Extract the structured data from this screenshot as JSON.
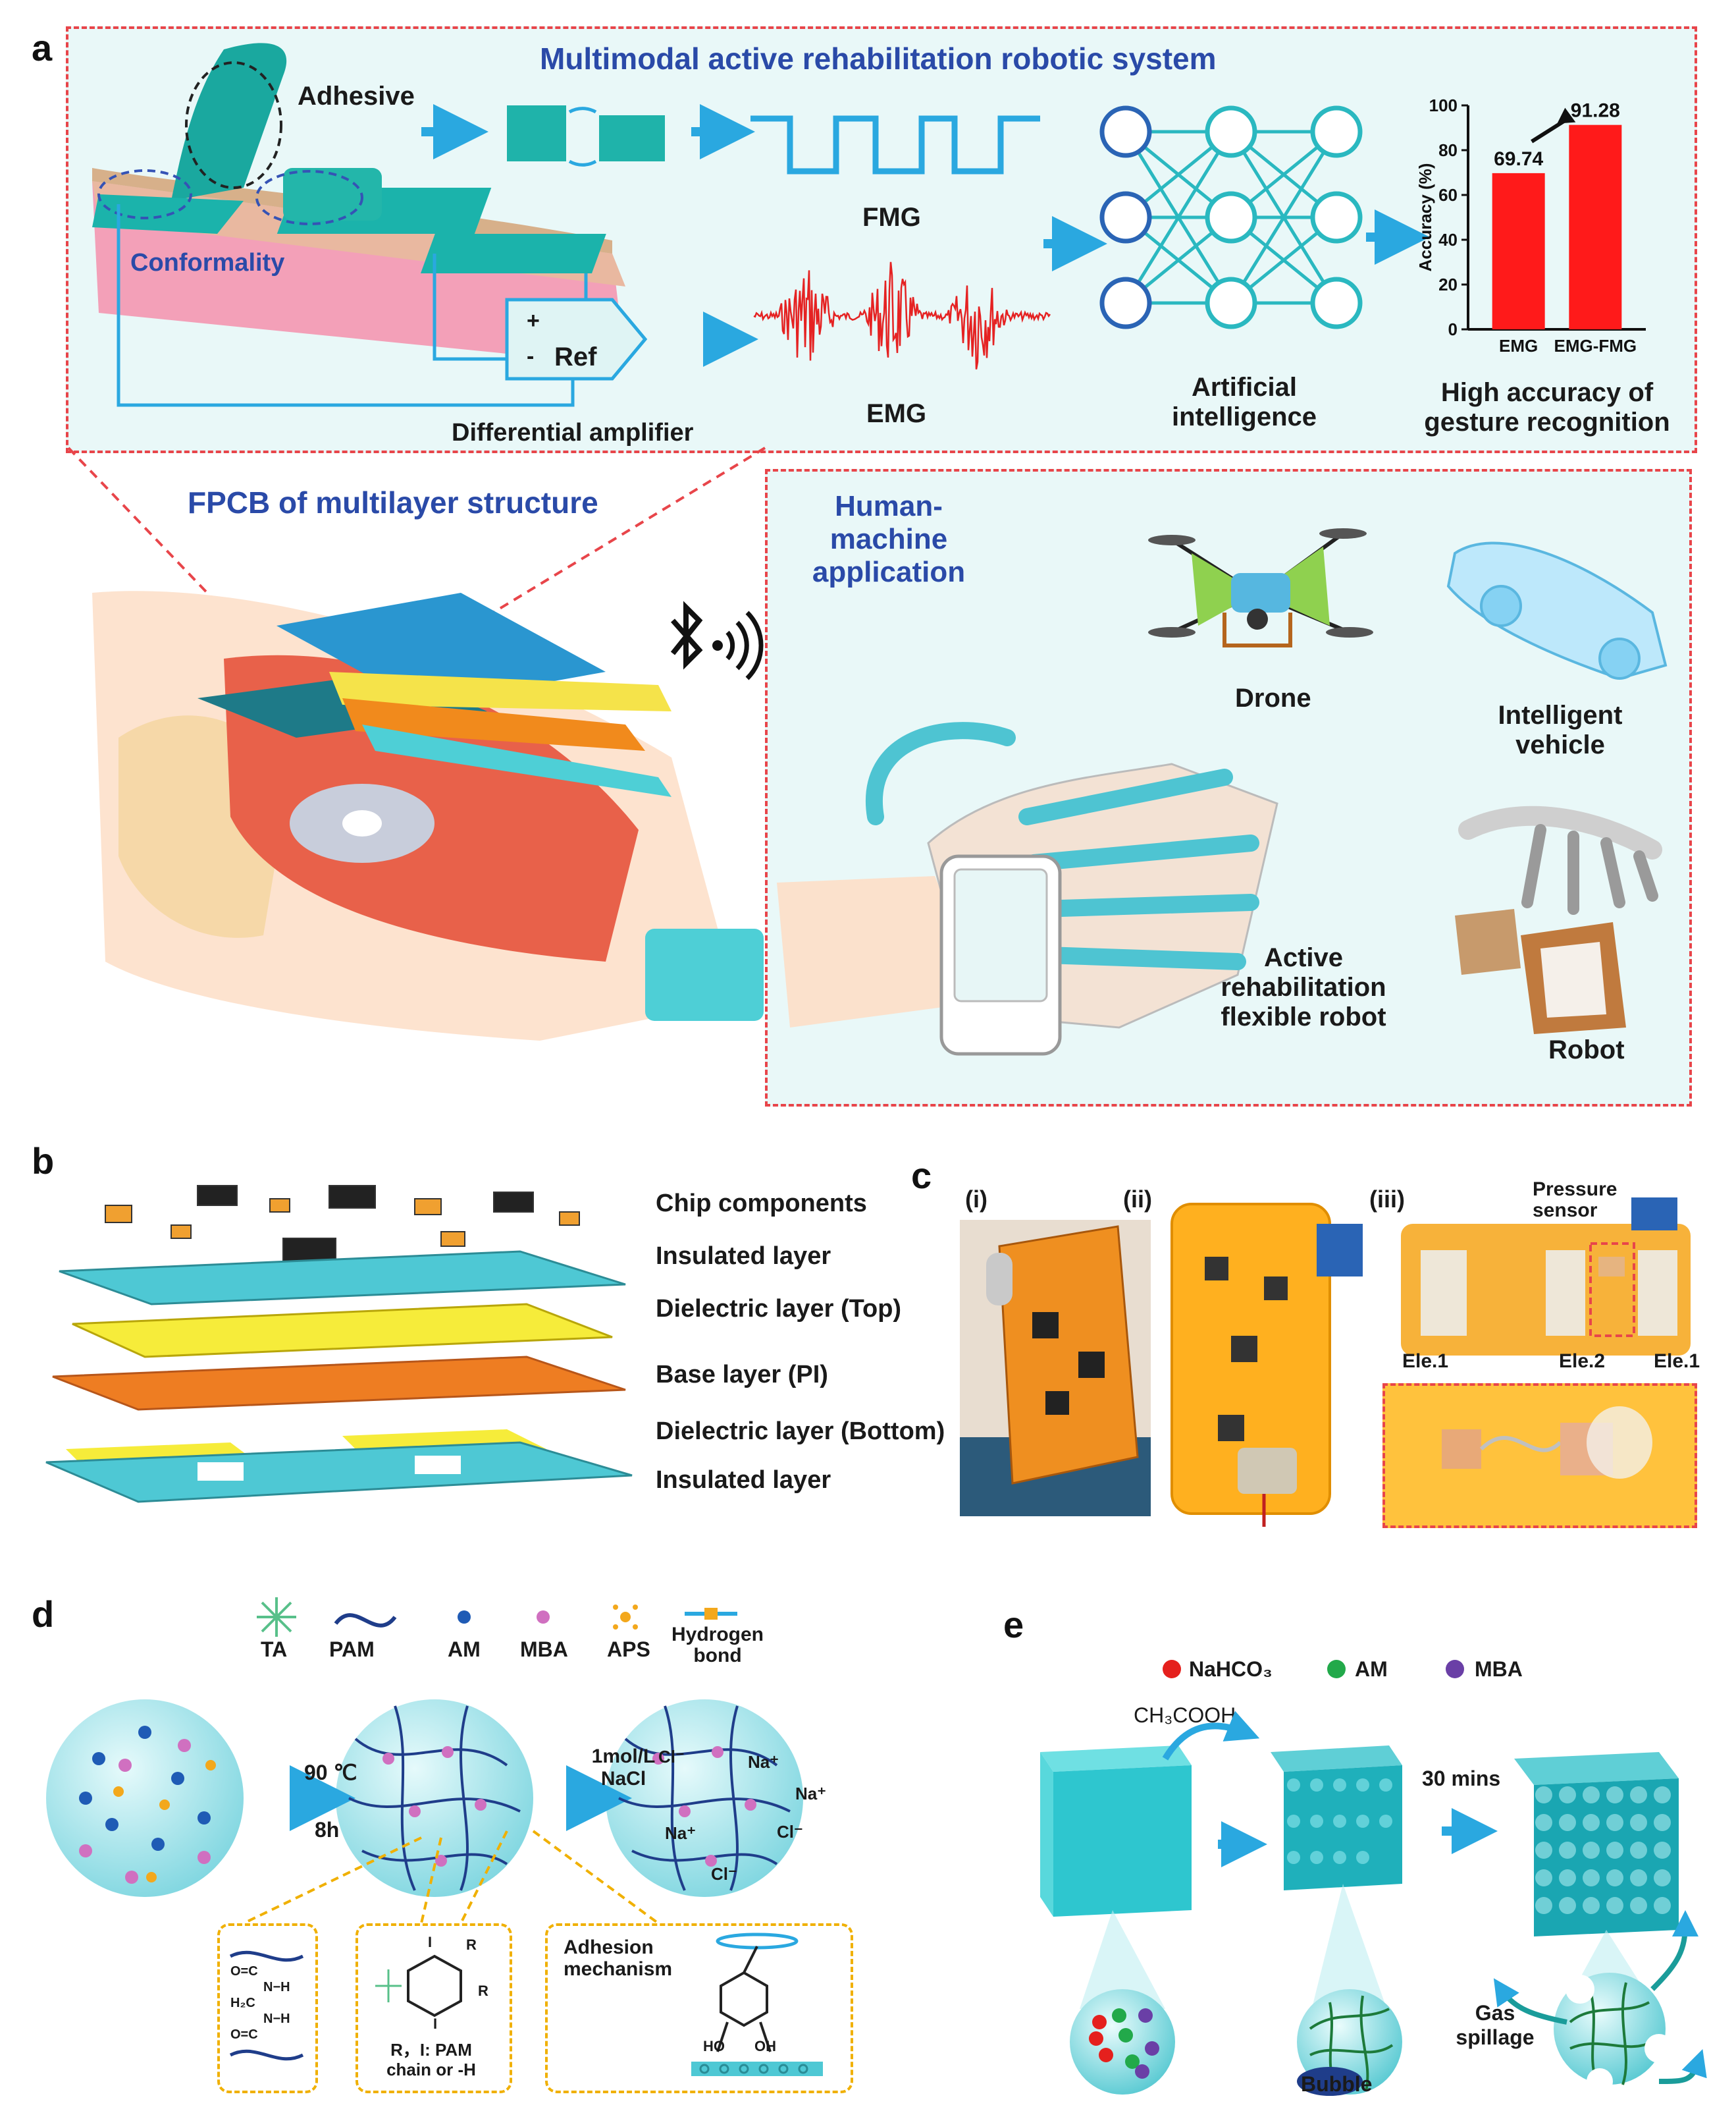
{
  "panels": {
    "a": "a",
    "b": "b",
    "c": "c",
    "d": "d",
    "e": "e"
  },
  "colors": {
    "accent_blue": "#2a4aa8",
    "dash_red": "#e8454a",
    "teal": "#3ac6c8",
    "emg_red": "#e52222",
    "bar_red": "#ff1a1a",
    "panel_bg": "#e9f8f8",
    "dash_yellow": "#f0b000"
  },
  "panel_a": {
    "title": "Multimodal active rehabilitation robotic system",
    "adhesive": "Adhesive",
    "conformality": "Conformality",
    "plus": "+",
    "minus": "-",
    "ref": "Ref",
    "diff_amp": "Differential amplifier",
    "fmg": "FMG",
    "emg": "EMG",
    "ai_line1": "Artificial",
    "ai_line2": "intelligence",
    "acc_line1": "High accuracy of",
    "acc_line2": "gesture recognition",
    "fpcb": "FPCB of multilayer structure",
    "hm_line1": "Human-machine",
    "hm_line2": "application",
    "drone": "Drone",
    "vehicle_line1": "Intelligent",
    "vehicle_line2": "vehicle",
    "robot": "Robot",
    "rehab_line1": "Active",
    "rehab_line2": "rehabilitation",
    "rehab_line3": "flexible robot",
    "icons": [
      "bluetooth-icon",
      "wifi-signal-icon",
      "drone-icon",
      "car-icon",
      "robot-hand-icon",
      "glove-icon"
    ]
  },
  "chart_data": {
    "type": "bar",
    "categories": [
      "EMG",
      "EMG-FMG"
    ],
    "values": [
      69.74,
      91.28
    ],
    "data_labels": [
      "69.74",
      "91.28"
    ],
    "ylabel": "Accuracy (%)",
    "ylim": [
      0,
      100
    ],
    "yticks": [
      "0",
      "20",
      "40",
      "60",
      "80",
      "100"
    ],
    "bar_color": "#ff1a1a",
    "grid": false
  },
  "panel_b": {
    "layers": [
      "Chip components",
      "Insulated layer",
      "Dielectric layer (Top)",
      "Base layer (PI)",
      "Dielectric layer (Bottom)",
      "Insulated layer"
    ]
  },
  "panel_c": {
    "sub_i": "(i)",
    "sub_ii": "(ii)",
    "sub_iii": "(iii)",
    "pressure_line1": "Pressure",
    "pressure_line2": "sensor",
    "ele1a": "Ele.1",
    "ele2": "Ele.2",
    "ele1b": "Ele.1"
  },
  "panel_d": {
    "legend": {
      "ta": "TA",
      "pam": "PAM",
      "am": "AM",
      "mba": "MBA",
      "aps": "APS",
      "hb_line1": "Hydrogen",
      "hb_line2": "bond"
    },
    "step1_line1": "90 ℃",
    "step1_line2": "8h",
    "step2_line1": "1mol/L",
    "step2_line2": "NaCl",
    "ions": {
      "cl": "Cl⁻",
      "na": "Na⁺"
    },
    "box1": {
      "l1": "O=C",
      "l2": "N−H",
      "l3": "H₂C",
      "l4": "N−H",
      "l5": "O=C"
    },
    "box2": {
      "i": "I",
      "r": "R",
      "caption_line1": "R，I: PAM",
      "caption_line2": "chain or -H"
    },
    "box3": {
      "title_line1": "Adhesion",
      "title_line2": "mechanism",
      "ho": "HO",
      "oh": "OH"
    }
  },
  "panel_e": {
    "legend": {
      "nahco3": "NaHCO₃",
      "am": "AM",
      "mba": "MBA"
    },
    "ch3cooh": "CH₃COOH",
    "time": "30 mins",
    "bubble": "Bubble",
    "gas_line1": "Gas",
    "gas_line2": "spillage"
  }
}
